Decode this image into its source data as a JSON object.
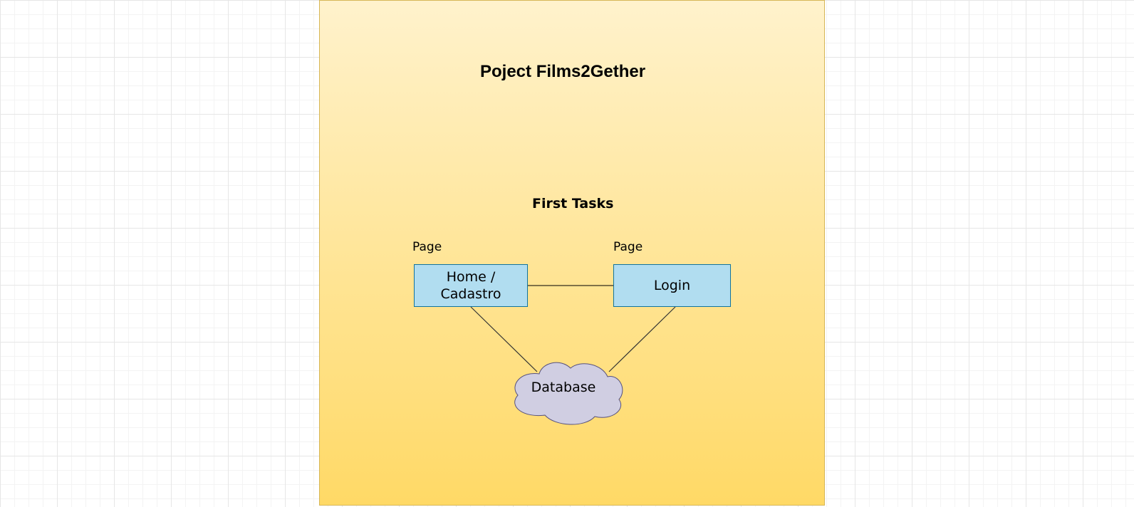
{
  "diagram": {
    "title": "Poject Films2Gether",
    "subtitle": "First Tasks",
    "nodes": {
      "home": {
        "tag": "Page",
        "line1": "Home /",
        "line2": "Cadastro"
      },
      "login": {
        "tag": "Page",
        "label": "Login"
      },
      "database": {
        "label": "Database"
      }
    },
    "colors": {
      "background_top": "#fff2cc",
      "background_bottom": "#ffd966",
      "background_border": "#d6b656",
      "page_fill": "#b1ddf0",
      "page_stroke": "#10739e",
      "cloud_fill": "#d0cee2",
      "cloud_stroke": "#56517e",
      "connector": "#000000"
    }
  }
}
